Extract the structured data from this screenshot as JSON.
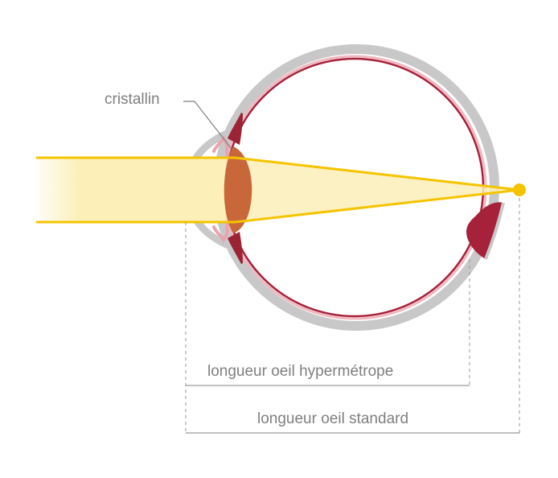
{
  "labels": {
    "lens": "cristallin",
    "hyperopic_length": "longueur oeil hypermétrope",
    "standard_length": "longueur oeil standard"
  },
  "colors": {
    "light_beam": "#f5c400",
    "beam_fill": "#fcefb7",
    "focal_point": "#f5c400",
    "sclera": "#c8c8c8",
    "retina": "#a6213a",
    "retina_inner": "#f0b8c0",
    "lens": "#c8673a",
    "iris": "#9b2335",
    "text": "#7f7f7f",
    "guide": "#9a9a9a"
  }
}
